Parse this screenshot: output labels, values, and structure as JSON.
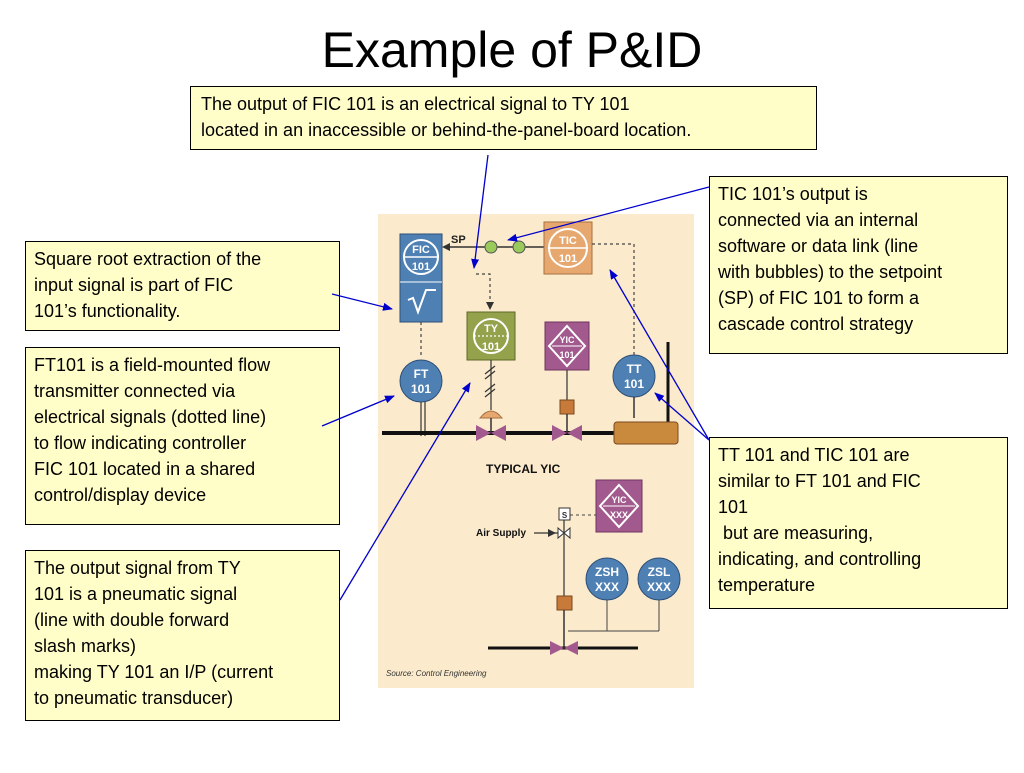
{
  "title": "Example of P&ID",
  "callouts": {
    "top": [
      "The output of FIC 101 is an electrical signal to TY 101",
      "located in an inaccessible or behind-the-panel-board location."
    ],
    "tic": [
      "TIC 101’s output is",
      "connected via an internal",
      "software or data link (line",
      "with bubbles) to the setpoint",
      "(SP) of FIC 101 to form a",
      "cascade control strategy"
    ],
    "sqrt": [
      "Square root extraction of the",
      "input signal is part of FIC",
      "101’s functionality."
    ],
    "ft": [
      "FT101 is a field-mounted flow",
      "transmitter connected via",
      "electrical signals (dotted line)",
      "to flow indicating controller",
      "FIC 101 located in a shared",
      "control/display device"
    ],
    "ty": [
      "The output signal from TY",
      "101 is a pneumatic signal",
      "(line with double forward",
      "slash marks)",
      "making TY 101 an I/P (current",
      "to pneumatic transducer)"
    ],
    "tt": [
      "TT 101 and TIC 101 are",
      "similar to FT 101 and FIC",
      "101",
      " but are measuring,",
      "indicating, and controlling",
      "temperature"
    ]
  },
  "diagram": {
    "sp": "SP",
    "fic": [
      "FIC",
      "101"
    ],
    "tic": [
      "TIC",
      "101"
    ],
    "ty": [
      "TY",
      "101"
    ],
    "yic": [
      "YIC",
      "101"
    ],
    "ft": [
      "FT",
      "101"
    ],
    "tt": [
      "TT",
      "101"
    ],
    "typical": "TYPICAL YIC",
    "yic_xxx": [
      "YIC",
      "XXX"
    ],
    "air_supply": "Air Supply",
    "zsh": [
      "ZSH",
      "XXX"
    ],
    "zsl": [
      "ZSL",
      "XXX"
    ],
    "s": "S",
    "source": "Source: Control Engineering"
  },
  "colors": {
    "callout_bg": "#fffdc8",
    "diagram_bg": "#fbeacb",
    "blue_instrument": "#4e80b4",
    "tan_instrument": "#e7a870",
    "green_instrument": "#93a24b",
    "purple_diamond": "#a25a8e",
    "arrow": "#0000cc"
  }
}
